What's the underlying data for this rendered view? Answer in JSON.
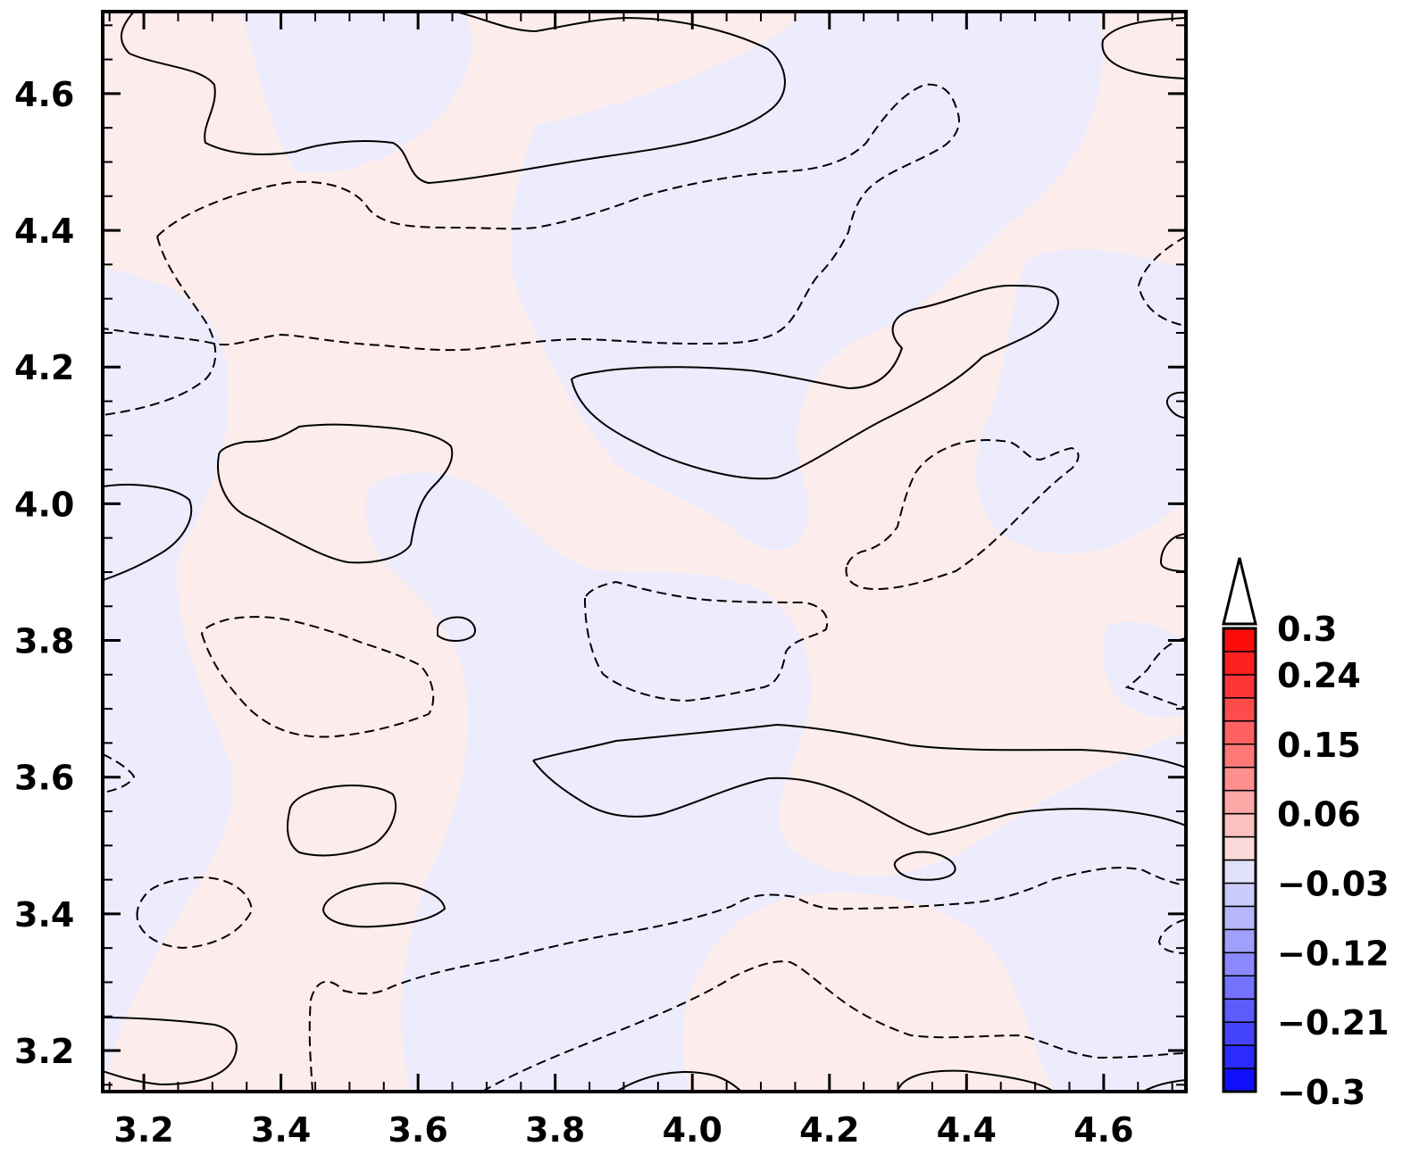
{
  "chart_data": {
    "type": "heatmap",
    "title": "",
    "xlabel": "",
    "ylabel": "",
    "xlim": [
      3.14,
      4.72
    ],
    "ylim": [
      3.14,
      4.72
    ],
    "grid": false,
    "x_ticks": [
      "3.2",
      "3.4",
      "3.6",
      "3.8",
      "4.0",
      "4.2",
      "4.4",
      "4.6"
    ],
    "y_ticks": [
      "3.2",
      "3.4",
      "3.6",
      "3.8",
      "4.0",
      "4.2",
      "4.4",
      "4.6"
    ],
    "colorbar": {
      "placement": "right",
      "range": [
        -0.3,
        0.3
      ],
      "extend": "max",
      "tick_labels": [
        "0.3",
        "0.24",
        "0.15",
        "0.06",
        "−0.03",
        "−0.12",
        "−0.21",
        "−0.3"
      ],
      "levels": [
        -0.3,
        -0.27,
        -0.24,
        -0.21,
        -0.18,
        -0.15,
        -0.12,
        -0.09,
        -0.06,
        -0.03,
        0.0,
        0.03,
        0.06,
        0.09,
        0.12,
        0.15,
        0.18,
        0.21,
        0.24,
        0.27,
        0.3
      ],
      "colors": {
        "negative_max": "#0000ff",
        "neutral_low": "#ececfb",
        "neutral_high": "#fdeaea",
        "positive_max": "#ff0000"
      }
    },
    "filled_field_colors": {
      "slightly_positive": "#fdecec",
      "slightly_negative": "#ececfc"
    },
    "contour_styles": {
      "solid": "positive level",
      "dashed": "negative level"
    }
  }
}
